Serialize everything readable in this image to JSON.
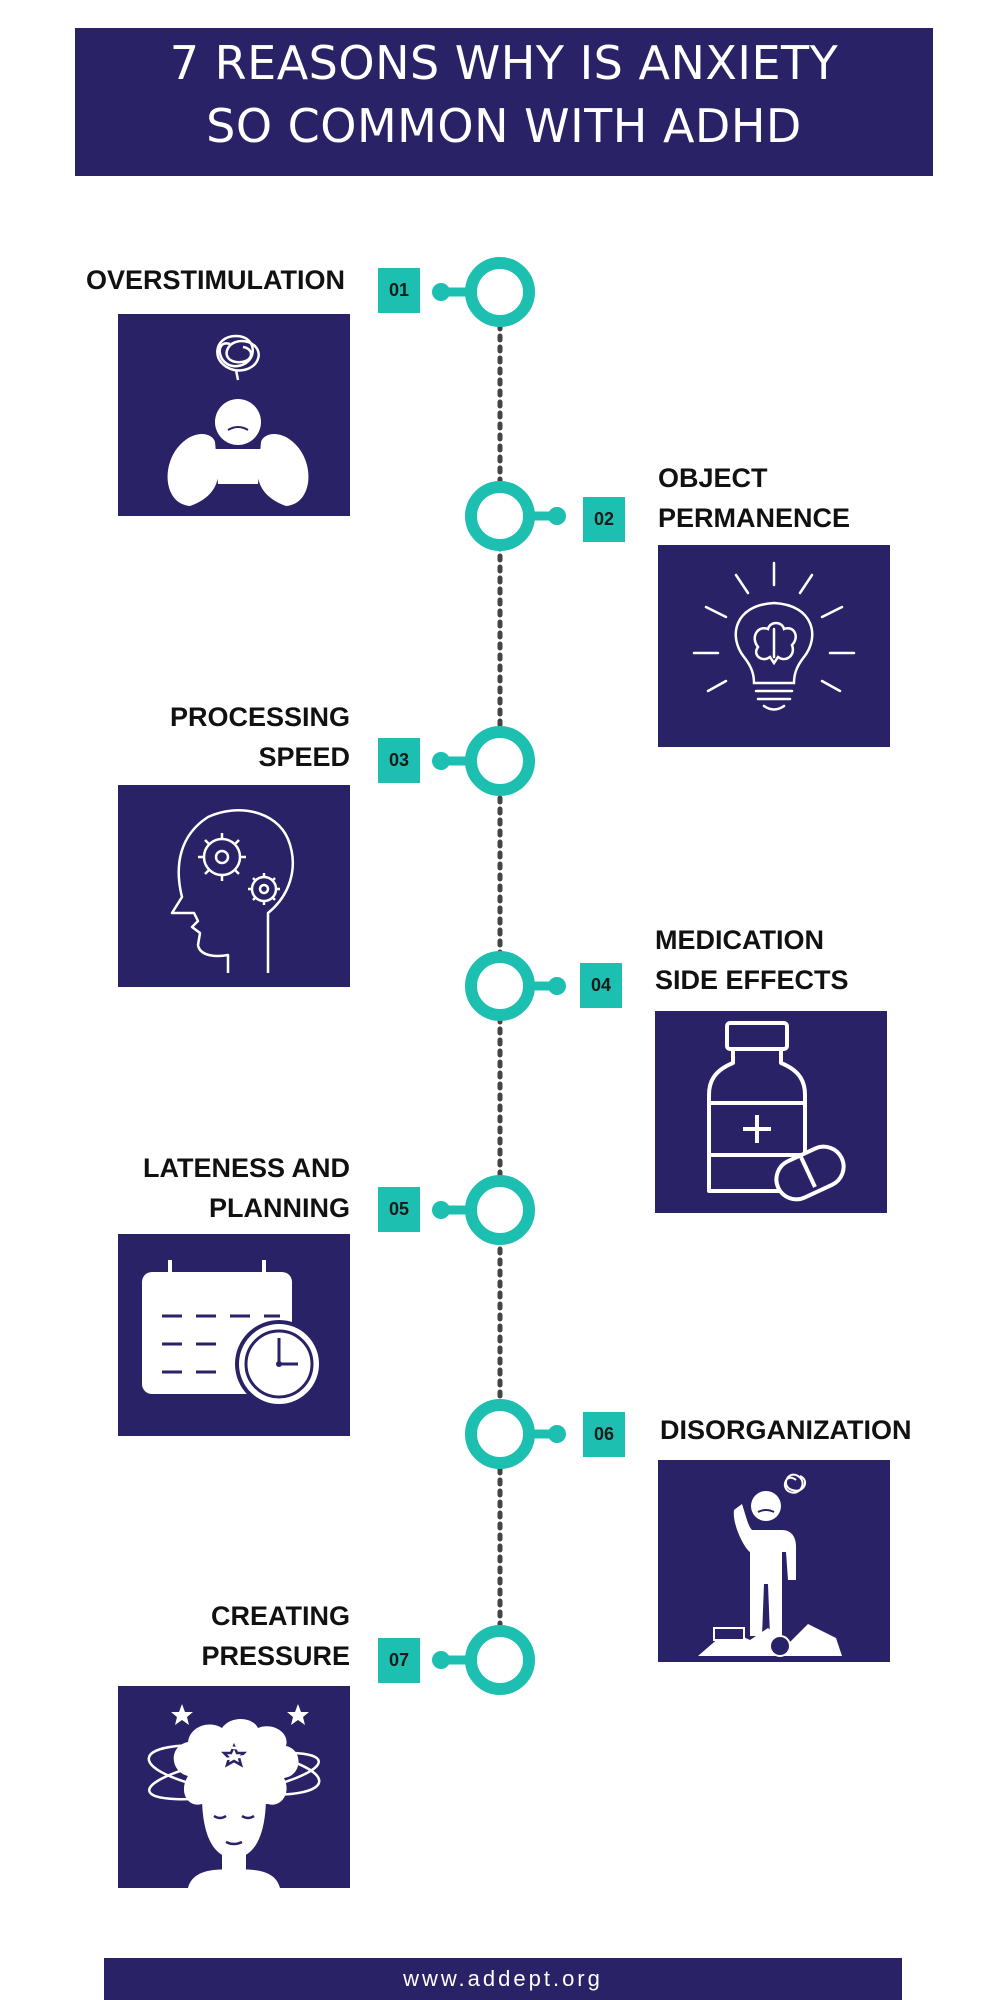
{
  "header": {
    "title_line1": "7 REASONS WHY IS ANXIETY",
    "title_line2": "SO COMMON WITH ADHD"
  },
  "colors": {
    "navy": "#2a2266",
    "teal": "#1cbfb0",
    "dots": "#444444"
  },
  "steps": [
    {
      "number": "01",
      "title_line1": "OVERSTIMULATION",
      "title_line2": "",
      "icon": "overwhelmed-person-icon"
    },
    {
      "number": "02",
      "title_line1": "OBJECT",
      "title_line2": "PERMANENCE",
      "icon": "lightbulb-brain-icon"
    },
    {
      "number": "03",
      "title_line1": "PROCESSING",
      "title_line2": "SPEED",
      "icon": "head-gears-icon"
    },
    {
      "number": "04",
      "title_line1": "MEDICATION",
      "title_line2": "SIDE EFFECTS",
      "icon": "medicine-bottle-icon"
    },
    {
      "number": "05",
      "title_line1": "LATENESS AND",
      "title_line2": "PLANNING",
      "icon": "calendar-clock-icon"
    },
    {
      "number": "06",
      "title_line1": "DISORGANIZATION",
      "title_line2": "",
      "icon": "confused-person-clutter-icon"
    },
    {
      "number": "07",
      "title_line1": "CREATING",
      "title_line2": "PRESSURE",
      "icon": "dizzy-face-icon"
    }
  ],
  "footer": {
    "url": "www.addept.org"
  }
}
